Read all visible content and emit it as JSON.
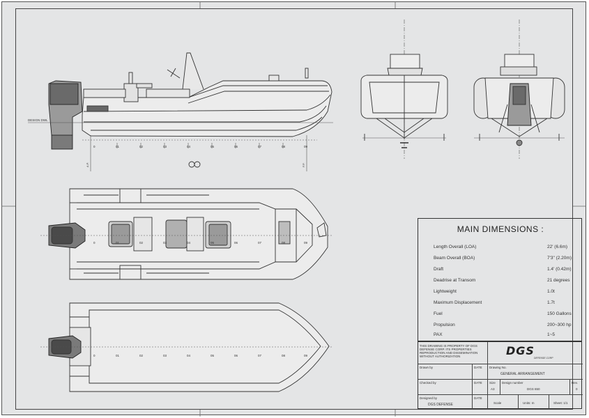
{
  "main_dimensions": {
    "title": "MAIN DIMENSIONS :",
    "rows": [
      {
        "label": "Length Overall (LOA)",
        "value": "22' (6.6m)"
      },
      {
        "label": "Beam Overall (BOA)",
        "value": "7'3\" (2.20m)"
      },
      {
        "label": "Draft",
        "value": "1.4' (0.42m)"
      },
      {
        "label": "Deadrise at Transom",
        "value": "21 degrees"
      },
      {
        "label": "Lightweight",
        "value": "1.0t"
      },
      {
        "label": "Maximum Displacement",
        "value": "1.7t"
      },
      {
        "label": "Fuel",
        "value": "150 Gallons"
      },
      {
        "label": "Propulsion",
        "value": "200~300 hp"
      },
      {
        "label": "PAX",
        "value": "1~5"
      }
    ]
  },
  "title_block": {
    "notice": "THIS DRAWING IS PROPERTY OF DGS DEFENSE CORP. ITS PROPERTIES REPRODUCTION AND DISSEMINATION WITHOUT AUTHORIZATION",
    "logo": "DGS",
    "logo_sub": "DEFENSE CORP",
    "drawn_by_label": "Drawn by",
    "date_label_1": "DATE",
    "drawing_no_label": "Drawing No.",
    "drawing_title": "GENERAL ARRANGEMENT",
    "checked_by_label": "Checked by",
    "date_label_2": "DATE",
    "size_label": "Size",
    "size_value": "A3",
    "design_no_label": "Design number",
    "design_no_value": "DGS 650",
    "rev_label": "Rev.",
    "rev_value": "0",
    "designer_label": "Designed by",
    "date_label_3": "DATE",
    "designer_value": "DGS DEFENSE",
    "scale_label": "Scale",
    "units_label": "Units: m",
    "sheet_label": "Sheet: 1/1"
  },
  "side_view": {
    "design_waterline": "DESIGN DWL",
    "station_labels": [
      "0",
      "01",
      "02",
      "03",
      "04",
      "05",
      "06",
      "07",
      "08",
      "09"
    ],
    "fp_label": "F.P.",
    "ap_label": "A.P.",
    "cl_symbol": "CL"
  },
  "plan_view_upper": {
    "station_labels": [
      "0",
      "01",
      "02",
      "03",
      "04",
      "05",
      "06",
      "07",
      "08",
      "09"
    ]
  },
  "plan_view_lower": {
    "station_labels": [
      "0",
      "01",
      "02",
      "03",
      "04",
      "05",
      "06",
      "07",
      "08",
      "09"
    ]
  }
}
